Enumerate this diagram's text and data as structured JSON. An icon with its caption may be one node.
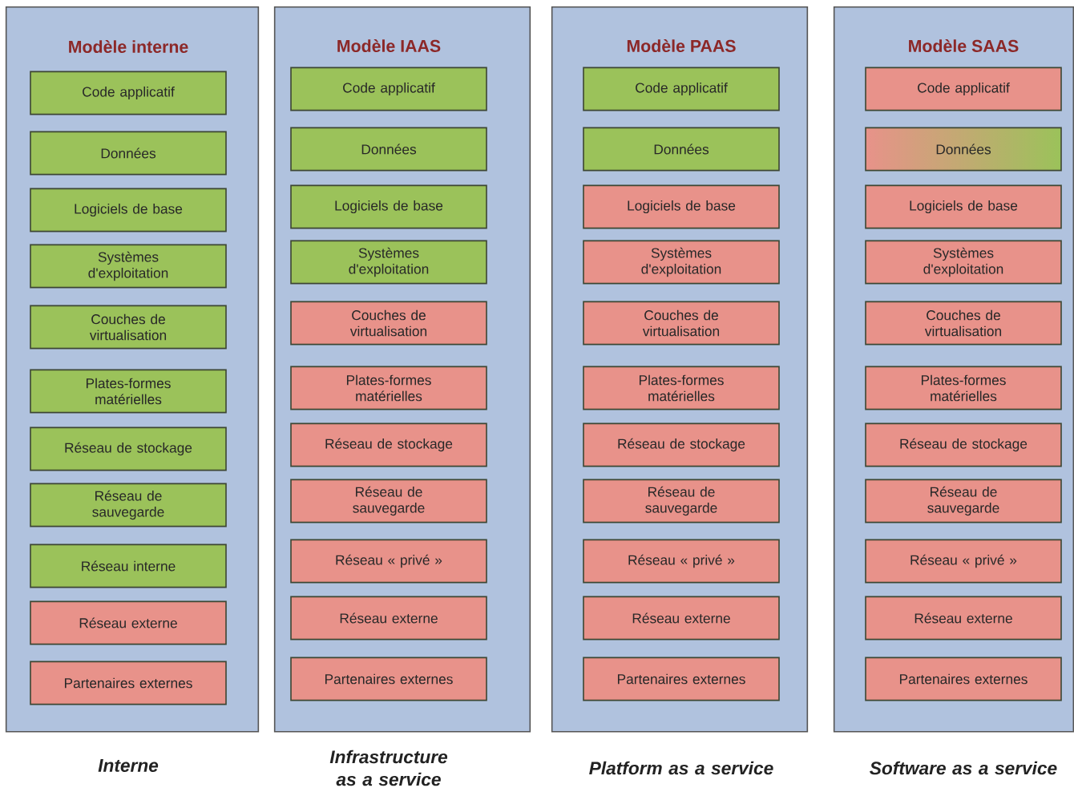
{
  "diagram": {
    "nodes": [
      {
        "text": [
          "Modèle interne"
        ],
        "beside": [
          "Interne"
        ]
      },
      {
        "text": [
          "Code applicatif"
        ],
        "in": 0
      },
      {
        "text": [
          "Données"
        ],
        "in": 0
      },
      {
        "text": [
          "Logiciels de base"
        ],
        "in": 0
      },
      {
        "text": [
          "Systèmes d'exploitation"
        ],
        "in": 0
      },
      {
        "text": [
          "Couches de virtualisation"
        ],
        "in": 0
      },
      {
        "text": [
          "Plates-formes matérielles"
        ],
        "in": 0
      },
      {
        "text": [
          "Réseau de stockage"
        ],
        "in": 0
      },
      {
        "text": [
          "Réseau de sauvegarde"
        ],
        "in": 0
      },
      {
        "text": [
          "Réseau interne"
        ],
        "in": 0
      },
      {
        "text": [
          "Réseau externe"
        ],
        "in": 0
      },
      {
        "text": [
          "Partenaires externes"
        ],
        "in": 0
      },
      {
        "text": [
          "Modèle IAAS"
        ],
        "beside": [
          "Infrastructure as a service"
        ]
      },
      {
        "text": [
          "Code applicatif"
        ],
        "in": 12
      },
      {
        "text": [
          "Données"
        ],
        "in": 12
      },
      {
        "text": [
          "Logiciels de base"
        ],
        "in": 12
      },
      {
        "text": [
          "Systèmes d'exploitation"
        ],
        "in": 12
      },
      {
        "text": [
          "Couches de virtualisation"
        ],
        "in": 12
      },
      {
        "text": [
          "Plates-formes matérielles"
        ],
        "in": 12
      },
      {
        "text": [
          "Réseau de stockage"
        ],
        "in": 12
      },
      {
        "text": [
          "Réseau de sauvegarde"
        ],
        "in": 12
      },
      {
        "text": [
          "Réseau « privé »"
        ],
        "in": 12
      },
      {
        "text": [
          "Réseau externe"
        ],
        "in": 12
      },
      {
        "text": [
          "Partenaires externes"
        ],
        "in": 12
      },
      {
        "text": [
          "Modèle PAAS"
        ],
        "beside": [
          "Platform as a service"
        ]
      },
      {
        "text": [
          "Code applicatif"
        ],
        "in": 24
      },
      {
        "text": [
          "Données"
        ],
        "in": 24
      },
      {
        "text": [
          "Logiciels de base"
        ],
        "in": 24
      },
      {
        "text": [
          "Systèmes d'exploitation"
        ],
        "in": 24
      },
      {
        "text": [
          "Couches de virtualisation"
        ],
        "in": 24
      },
      {
        "text": [
          "Plates-formes matérielles"
        ],
        "in": 24
      },
      {
        "text": [
          "Réseau de stockage"
        ],
        "in": 24
      },
      {
        "text": [
          "Réseau de sauvegarde"
        ],
        "in": 24
      },
      {
        "text": [
          "Réseau « privé »"
        ],
        "in": 24
      },
      {
        "text": [
          "Réseau externe"
        ],
        "in": 24
      },
      {
        "text": [
          "Partenaires externes"
        ],
        "in": 24
      },
      {
        "text": [
          "Modèle SAAS"
        ],
        "beside": [
          "Software as a service"
        ]
      },
      {
        "text": [
          "Code applicatif"
        ],
        "in": 36
      },
      {
        "text": [
          "Données"
        ],
        "in": 36
      },
      {
        "text": [
          "Logiciels de base"
        ],
        "in": 36
      },
      {
        "text": [
          "Systèmes d'exploitation"
        ],
        "in": 36
      },
      {
        "text": [
          "Couches de virtualisation"
        ],
        "in": 36
      },
      {
        "text": [
          "Plates-formes matérielles"
        ],
        "in": 36
      },
      {
        "text": [
          "Réseau de stockage"
        ],
        "in": 36
      },
      {
        "text": [
          "Réseau de sauvegarde"
        ],
        "in": 36
      },
      {
        "text": [
          "Réseau « privé »"
        ],
        "in": 36
      },
      {
        "text": [
          "Réseau externe"
        ],
        "in": 36
      },
      {
        "text": [
          "Partenaires externes"
        ],
        "in": 36
      }
    ]
  }
}
